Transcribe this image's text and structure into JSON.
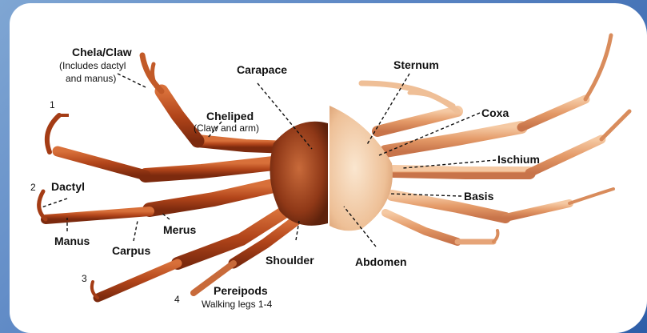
{
  "labels": {
    "chela": "Chela/Claw",
    "chela_sub1": "(Includes dactyl",
    "chela_sub2": "and manus)",
    "carapace": "Carapace",
    "cheliped": "Cheliped",
    "cheliped_sub": "(Claw and arm)",
    "dactyl": "Dactyl",
    "manus": "Manus",
    "carpus": "Carpus",
    "merus": "Merus",
    "shoulder": "Shoulder",
    "pereipods": "Pereipods",
    "pereipods_sub": "Walking legs 1-4",
    "sternum": "Sternum",
    "coxa": "Coxa",
    "ischium": "Ischium",
    "basis": "Basis",
    "abdomen": "Abdomen"
  },
  "leg_numbers": {
    "n1": "1",
    "n2": "2",
    "n3": "3",
    "n4": "4"
  },
  "colors": {
    "dorsal_shell": "#b5461c",
    "dorsal_dark": "#7a2a10",
    "ventral_shell": "#e8a57a",
    "ventral_light": "#f6dcc0",
    "background_gradient": "#5b86c4"
  }
}
